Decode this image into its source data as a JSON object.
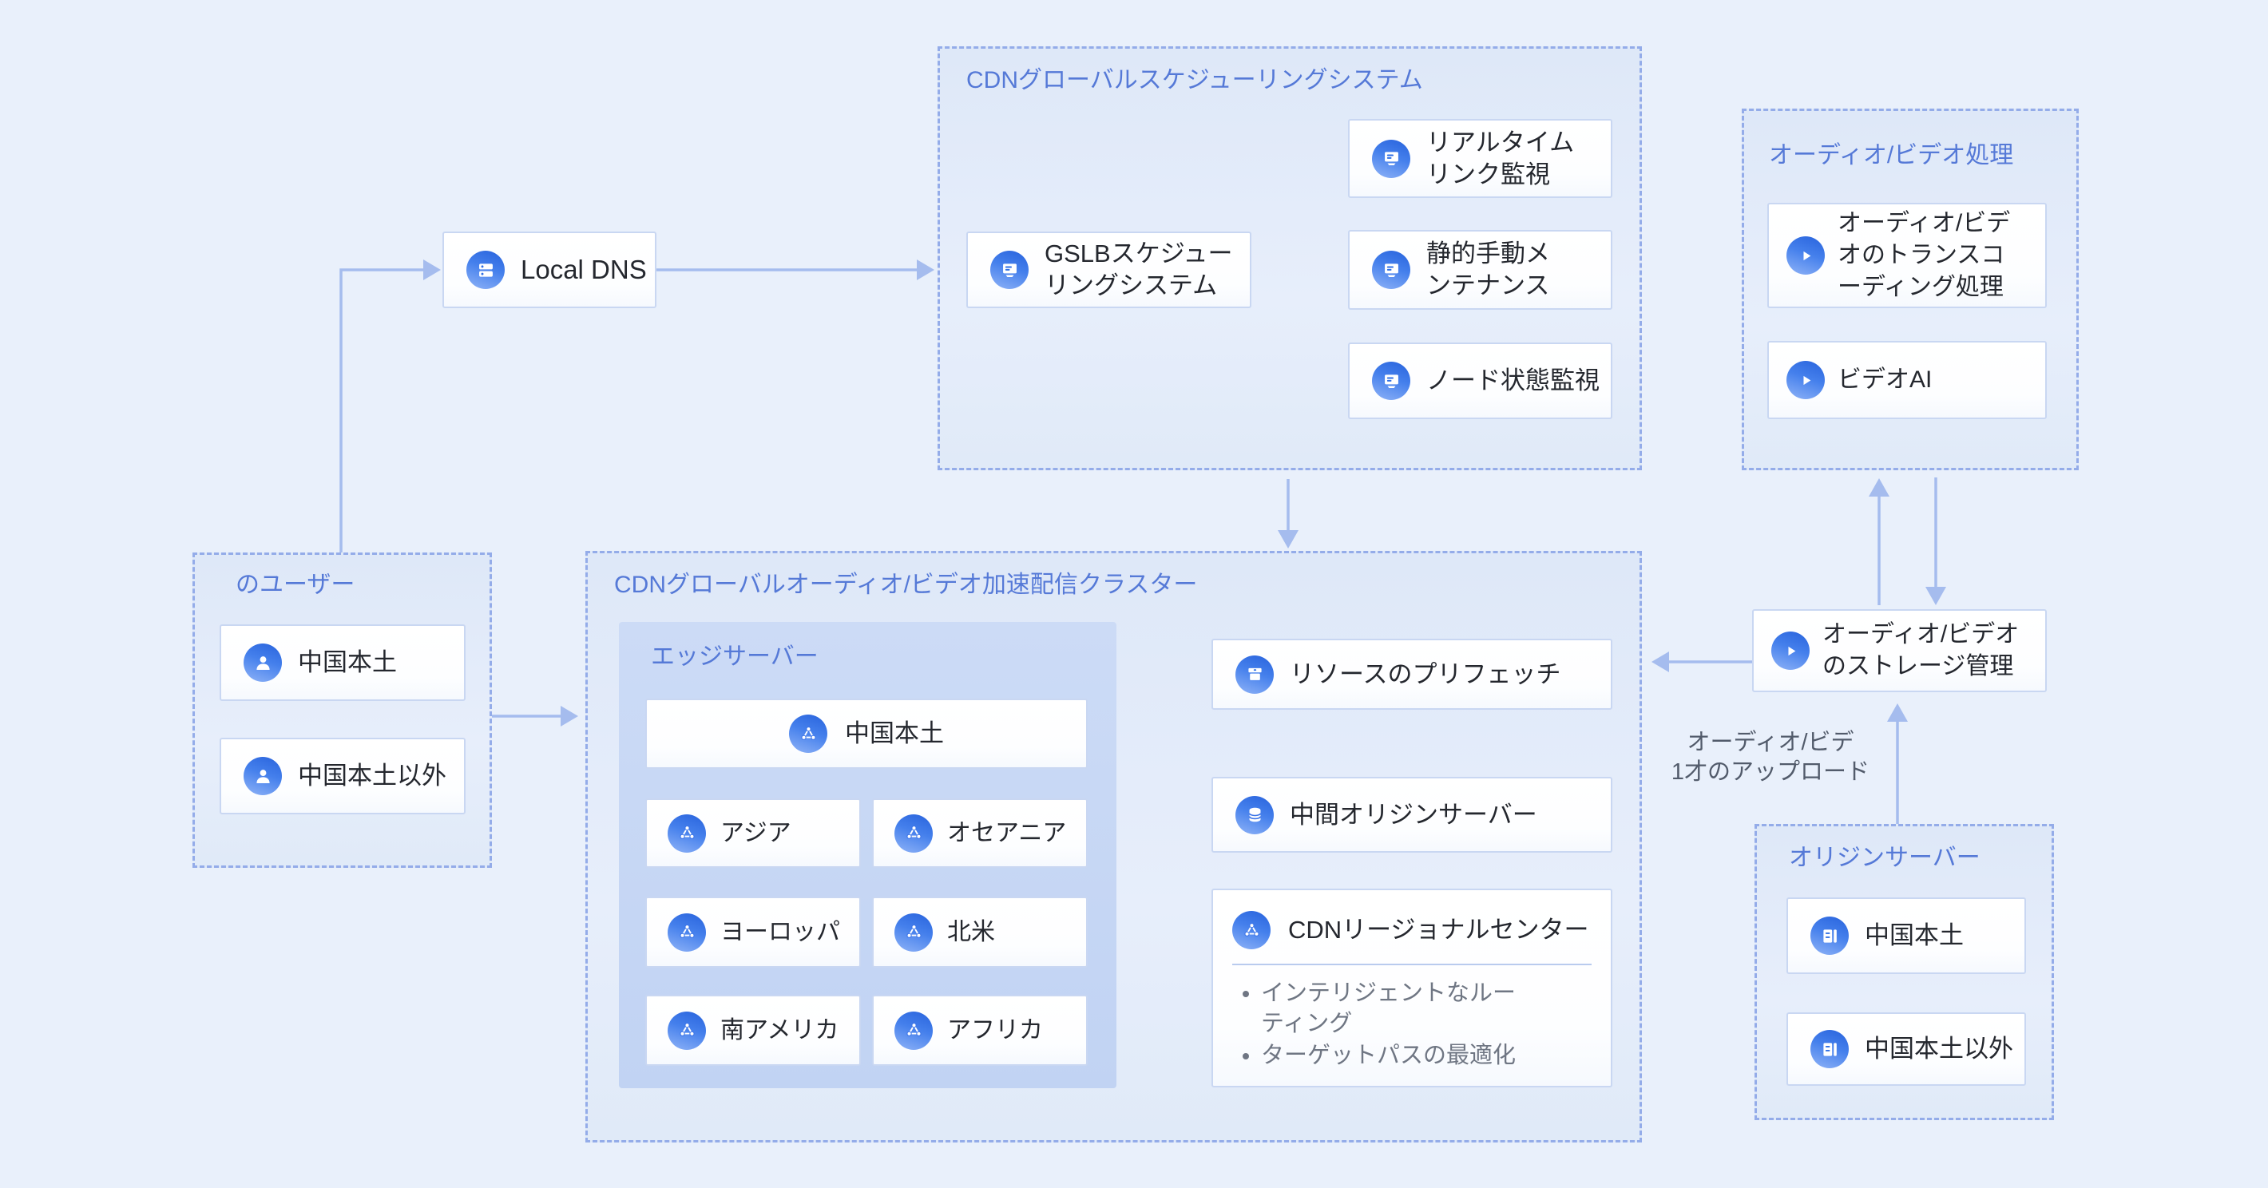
{
  "palette": {
    "page_bg": "#E9F0FB",
    "dashed_border": "#94ACE9",
    "section_title_blue": "#5579D7",
    "icon_blue": "#3B74E8",
    "arrow_blue": "#A5BCEE",
    "text_dark": "#24272E",
    "text_gray": "#6F7683",
    "edge_panel_fill": "#C6D7F4",
    "node_border": "#C9D7F2"
  },
  "nodes": {
    "local_dns": {
      "label": "Local DNS",
      "icon": "server-icon"
    }
  },
  "sections": {
    "users": {
      "title": "のユーザー",
      "items": [
        {
          "label": "中国本土",
          "icon": "user-icon"
        },
        {
          "label": "中国本土以外",
          "icon": "user-icon"
        }
      ]
    },
    "scheduling": {
      "title": "CDNグローバルスケジューリングシステム",
      "gslb": {
        "label": "GSLBスケジュー\nリングシステム",
        "icon": "monitor-icon"
      },
      "monitors": [
        {
          "label": "リアルタイム\nリンク監視",
          "icon": "monitor-icon"
        },
        {
          "label": "静的手動メ\nンテナンス",
          "icon": "monitor-icon"
        },
        {
          "label": "ノード状態監視",
          "icon": "monitor-icon"
        }
      ]
    },
    "av_processing": {
      "title": "オーディオ/ビデオ処理",
      "items": [
        {
          "label": "オーディオ/ビデ\nオのトランスコ\nーディング処理",
          "icon": "play-icon"
        },
        {
          "label": "ビデオAI",
          "icon": "play-icon"
        }
      ]
    },
    "cluster": {
      "title": "CDNグローバルオーディオ/ビデオ加速配信クラスター",
      "edge": {
        "title": "エッジサーバー",
        "primary": {
          "label": "中国本土",
          "icon": "network-icon"
        },
        "regions": [
          {
            "label": "アジア",
            "icon": "network-icon"
          },
          {
            "label": "オセアニア",
            "icon": "network-icon"
          },
          {
            "label": "ヨーロッパ",
            "icon": "network-icon"
          },
          {
            "label": "北米",
            "icon": "network-icon"
          },
          {
            "label": "南アメリカ",
            "icon": "network-icon"
          },
          {
            "label": "アフリカ",
            "icon": "network-icon"
          }
        ]
      },
      "prefetch": {
        "label": "リソースのプリフェッチ",
        "icon": "package-icon"
      },
      "mid_origin": {
        "label": "中間オリジンサーバー",
        "icon": "database-icon"
      },
      "regional": {
        "label": "CDNリージョナルセンター",
        "icon": "network-icon",
        "bullets": [
          "インテリジェントなルーティング",
          "ターゲットパスの最適化"
        ]
      }
    },
    "storage": {
      "label": "オーディオ/ビデオ\nのストレージ管理",
      "icon": "play-icon"
    },
    "upload": {
      "label": "オーディオ/ビデ\n1才のアップロード"
    },
    "origin": {
      "title": "オリジンサーバー",
      "items": [
        {
          "label": "中国本土",
          "icon": "storage-icon"
        },
        {
          "label": "中国本土以外",
          "icon": "storage-icon"
        }
      ]
    }
  }
}
